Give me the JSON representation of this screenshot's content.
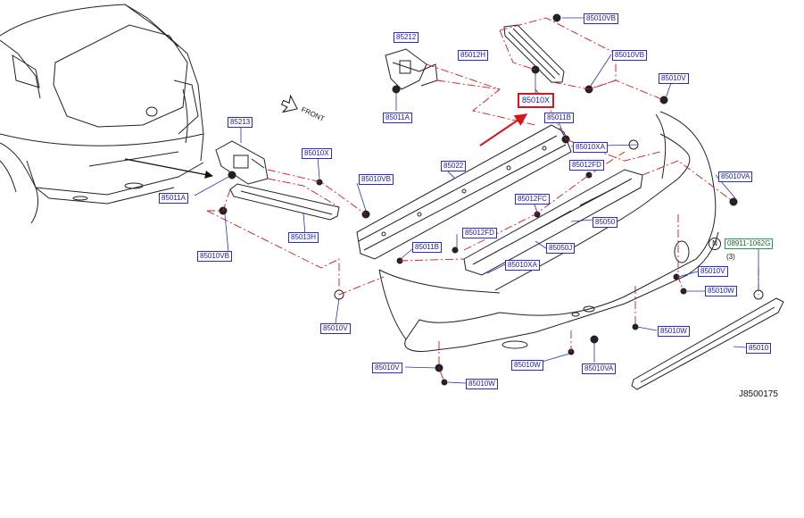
{
  "diagram": {
    "reference_code": "J8500175",
    "front_label": "FRONT",
    "note_symbol": "N",
    "note_quantity": "(3)",
    "highlight_color": "#d8141c",
    "label_color": "#2a2ad0",
    "note_color": "#2a9a4a",
    "highlighted_part": "85010X",
    "labels": {
      "l01": "85010VB",
      "l02": "85212",
      "l03": "85012H",
      "l04": "85010VB",
      "l05": "85010X",
      "l06": "85011A",
      "l07": "85011B",
      "l08": "85010V",
      "l09": "85213",
      "l10": "85010X",
      "l11": "85010XA",
      "l12": "85012FD",
      "l13": "85022",
      "l14": "85010VB",
      "l15": "85010VA",
      "l16": "85011A",
      "l17": "85012FC",
      "l18": "85050",
      "l19": "85010VB",
      "l20": "85013H",
      "l21": "85012FD",
      "l22": "85050J",
      "l23": "85011B",
      "l24": "85010XA",
      "l25": "08911-1062G",
      "l26": "85010V",
      "l27": "85010W",
      "l28": "85010V",
      "l29": "85010W",
      "l30": "85010V",
      "l31": "85010W",
      "l32": "85010VA",
      "l33": "85010W",
      "l34": "85010"
    }
  }
}
